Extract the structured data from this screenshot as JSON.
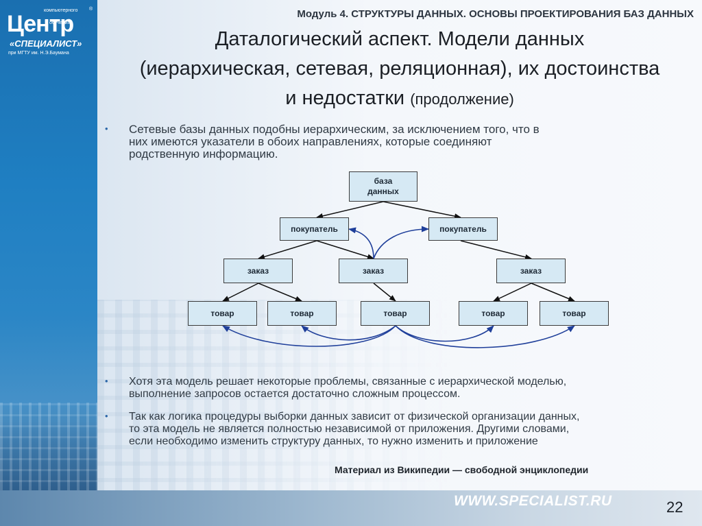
{
  "logo": {
    "line1": "компьютерного",
    "big": "Центр",
    "line2": "обучения",
    "special": "«СПЕЦИАЛИСТ»",
    "mgtu": "при МГТУ им. Н.Э.Баумана",
    "reg": "®"
  },
  "header": {
    "module": "Модуль 4. СТРУКТУРЫ ДАННЫХ. ОСНОВЫ ПРОЕКТИРОВАНИЯ БАЗ ДАННЫХ",
    "title_line1": "Даталогический аспект. Модели данных",
    "title_line2": "(иерархическая, сетевая, реляционная), их достоинства",
    "title_line3": "и недостатки",
    "title_cont": "(продолжение)"
  },
  "bullets": [
    {
      "marker": "•",
      "lines": [
        "Сетевые базы данных подобны иерархическим, за исключением того, что в",
        "них имеются указатели в обоих направлениях, которые соединяют",
        "родственную информацию."
      ]
    },
    {
      "marker": "•",
      "lines": [
        "Хотя эта модель решает некоторые проблемы, связанные с иерархической моделью,",
        "выполнение запросов остается достаточно сложным процессом."
      ]
    },
    {
      "marker": "•",
      "lines": [
        "Так как логика процедуры выборки данных зависит от физической организации данных,",
        "то эта модель не является полностью независимой от приложения. Другими словами,",
        "если необходимо изменить структуру данных, то нужно изменить и приложение"
      ]
    }
  ],
  "diagram": {
    "root": "база данных",
    "root_line1": "база",
    "root_line2": "данных",
    "customers": [
      "покупатель",
      "покупатель"
    ],
    "orders": [
      "заказ",
      "заказ",
      "заказ"
    ],
    "products": [
      "товар",
      "товар",
      "товар",
      "товар",
      "товар"
    ]
  },
  "footer": {
    "source": "Материал из Википедии — свободной энциклопедии",
    "site": "WWW.SPECIALIST.RU",
    "page": "22"
  },
  "colors": {
    "sidebar": "#1f7fc2",
    "node_fill": "#d6e9f4",
    "arrow_blue": "#1f3f9a",
    "bullet": "#2b66a8"
  }
}
